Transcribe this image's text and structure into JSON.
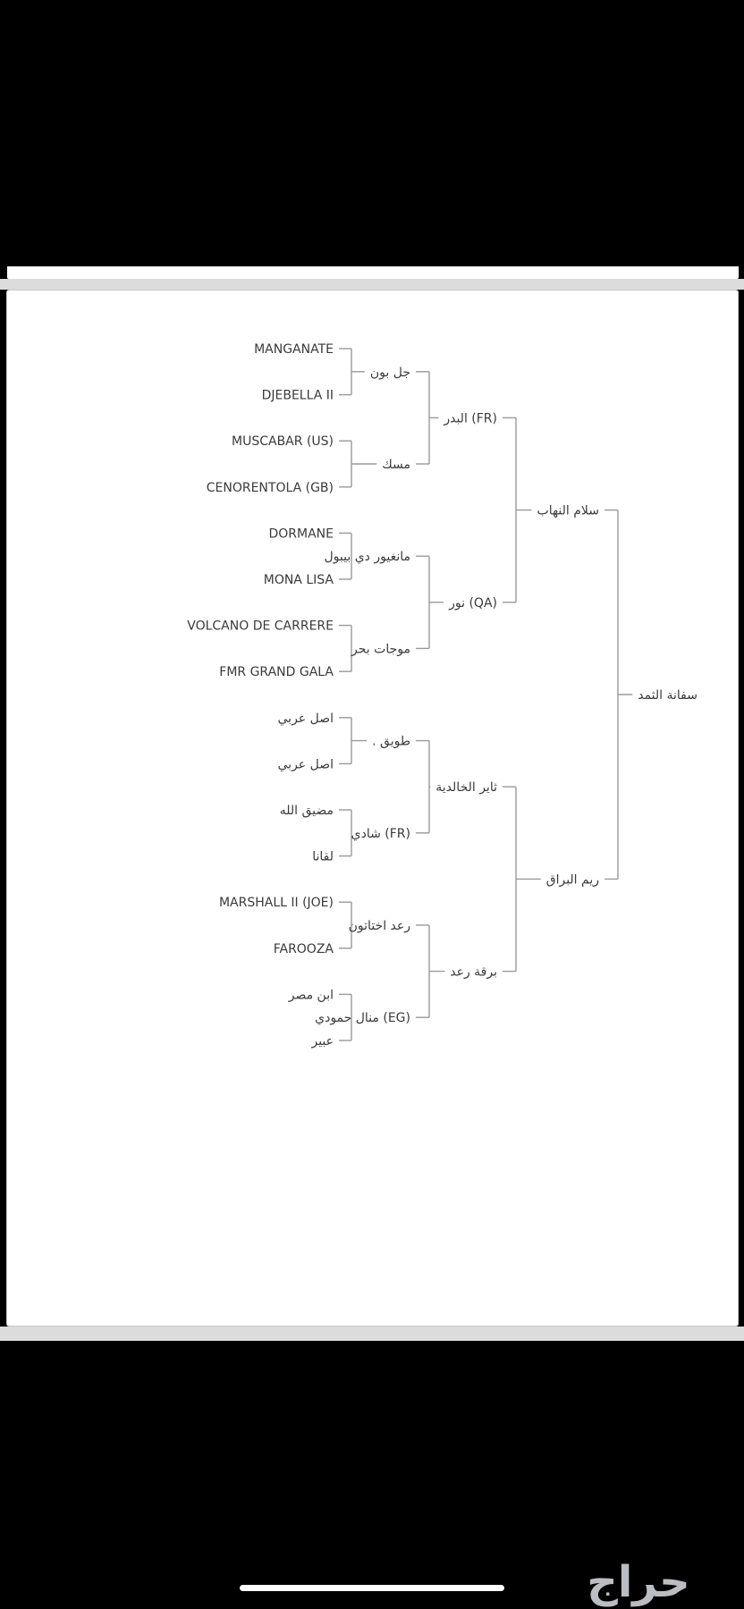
{
  "pedigree": {
    "root": "سفانة الثمد",
    "gen1": {
      "sire": "سلام النهاب",
      "dam": "ريم البراق"
    },
    "gen2": {
      "ss": "البدر (FR)",
      "sd": "نور (QA)",
      "ds": "ثاير الخالدية",
      "dd": "برقة رعد"
    },
    "gen3": {
      "sss": "جل بون",
      "ssd": "مسك",
      "sds": "مانغيور دي بيبول",
      "sdd": "موجات بحر",
      "dss": ". طويق",
      "dsd": "شادي (FR)",
      "dds": "رعد اختاتون",
      "ddd": "منال حمودي (EG)"
    },
    "gen4": {
      "ssss": "MANGANATE",
      "sssd": "DJEBELLA II",
      "ssds": "MUSCABAR (US)",
      "ssdd": "CENORENTOLA (GB)",
      "sdss": "DORMANE",
      "sdsd": "MONA LISA",
      "sdds": "VOLCANO DE CARRERE",
      "sddd": "FMR GRAND GALA",
      "dsss": "اصل عربي",
      "dssd": "اصل عربي",
      "dsds": "مضيق الله",
      "dsdd": "لقانا",
      "ddss": "MARSHALL II (JOE)",
      "ddsd": "FAROOZA",
      "ddds": "ابن مصر",
      "dddd": "عبير"
    }
  },
  "watermark": {
    "label": "حراج",
    "color": "#cfd2d6"
  }
}
